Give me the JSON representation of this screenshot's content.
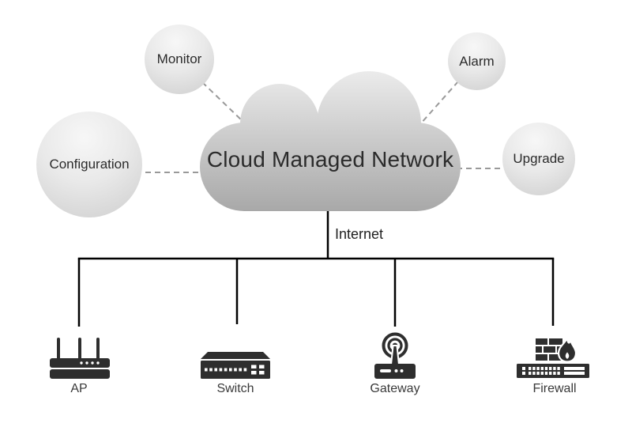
{
  "diagram": {
    "cloud": {
      "label": "Cloud Managed Network"
    },
    "satellites": [
      {
        "id": "monitor",
        "label": "Monitor"
      },
      {
        "id": "alarm",
        "label": "Alarm"
      },
      {
        "id": "configuration",
        "label": "Configuration"
      },
      {
        "id": "upgrade",
        "label": "Upgrade"
      }
    ],
    "internet": {
      "label": "Internet"
    },
    "devices": [
      {
        "id": "ap",
        "label": "AP",
        "icon": "access-point-icon"
      },
      {
        "id": "switch",
        "label": "Switch",
        "icon": "switch-icon"
      },
      {
        "id": "gateway",
        "label": "Gateway",
        "icon": "gateway-icon"
      },
      {
        "id": "firewall",
        "label": "Firewall",
        "icon": "firewall-icon"
      }
    ],
    "colors": {
      "device_icon": "#2e2e2e",
      "solid_line": "#000000",
      "dashed_line": "#999999",
      "cloud_gradient_top": "#ececec",
      "cloud_gradient_bottom": "#a8a8a8",
      "circle_gradient_top": "#f7f7f7",
      "circle_gradient_bottom": "#cdcdcd",
      "text": "#2b2b2b"
    }
  }
}
